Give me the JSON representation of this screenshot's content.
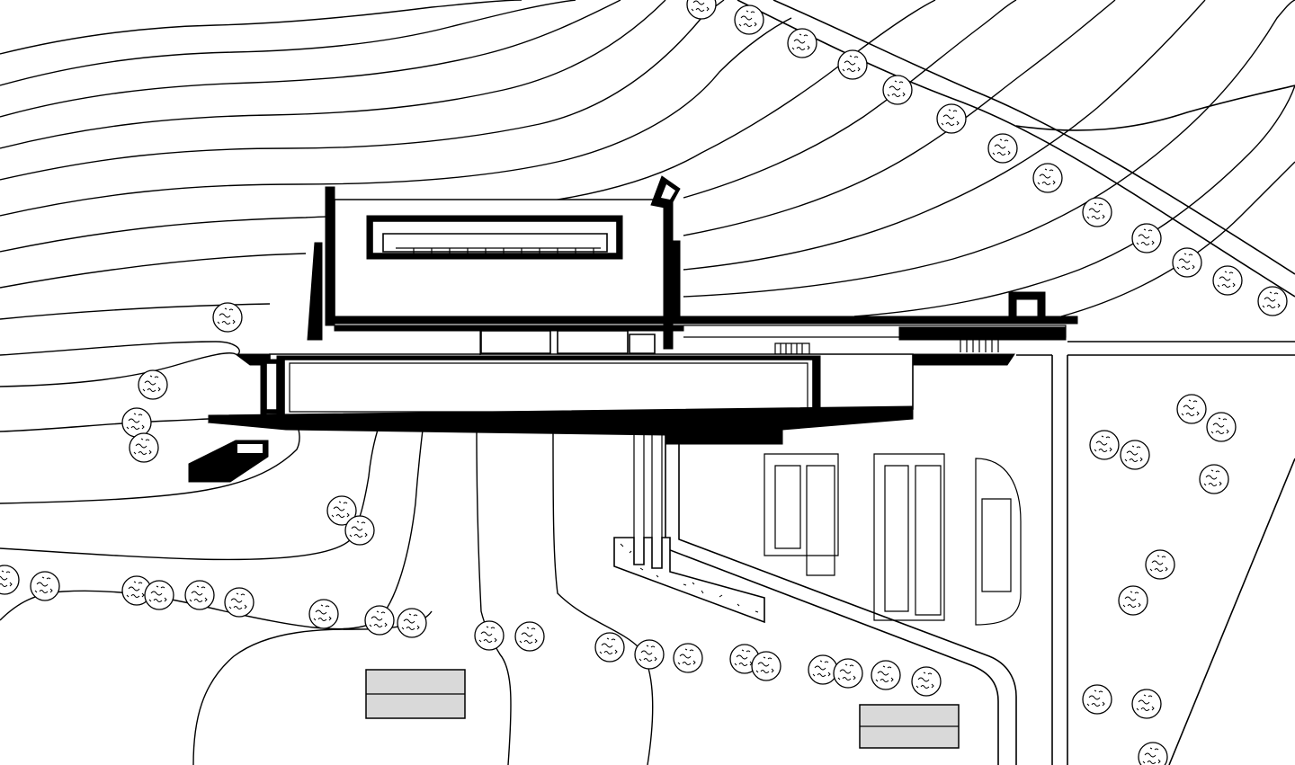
{
  "drawing": {
    "kind": "architectural site plan",
    "style": "black line drawing on white",
    "colors": {
      "background": "#ffffff",
      "line": "#000000",
      "poche": "#000000",
      "secondary_buildings_fill": "#d9d9d9"
    },
    "tree_count": 47,
    "contour_line_count": 20
  }
}
